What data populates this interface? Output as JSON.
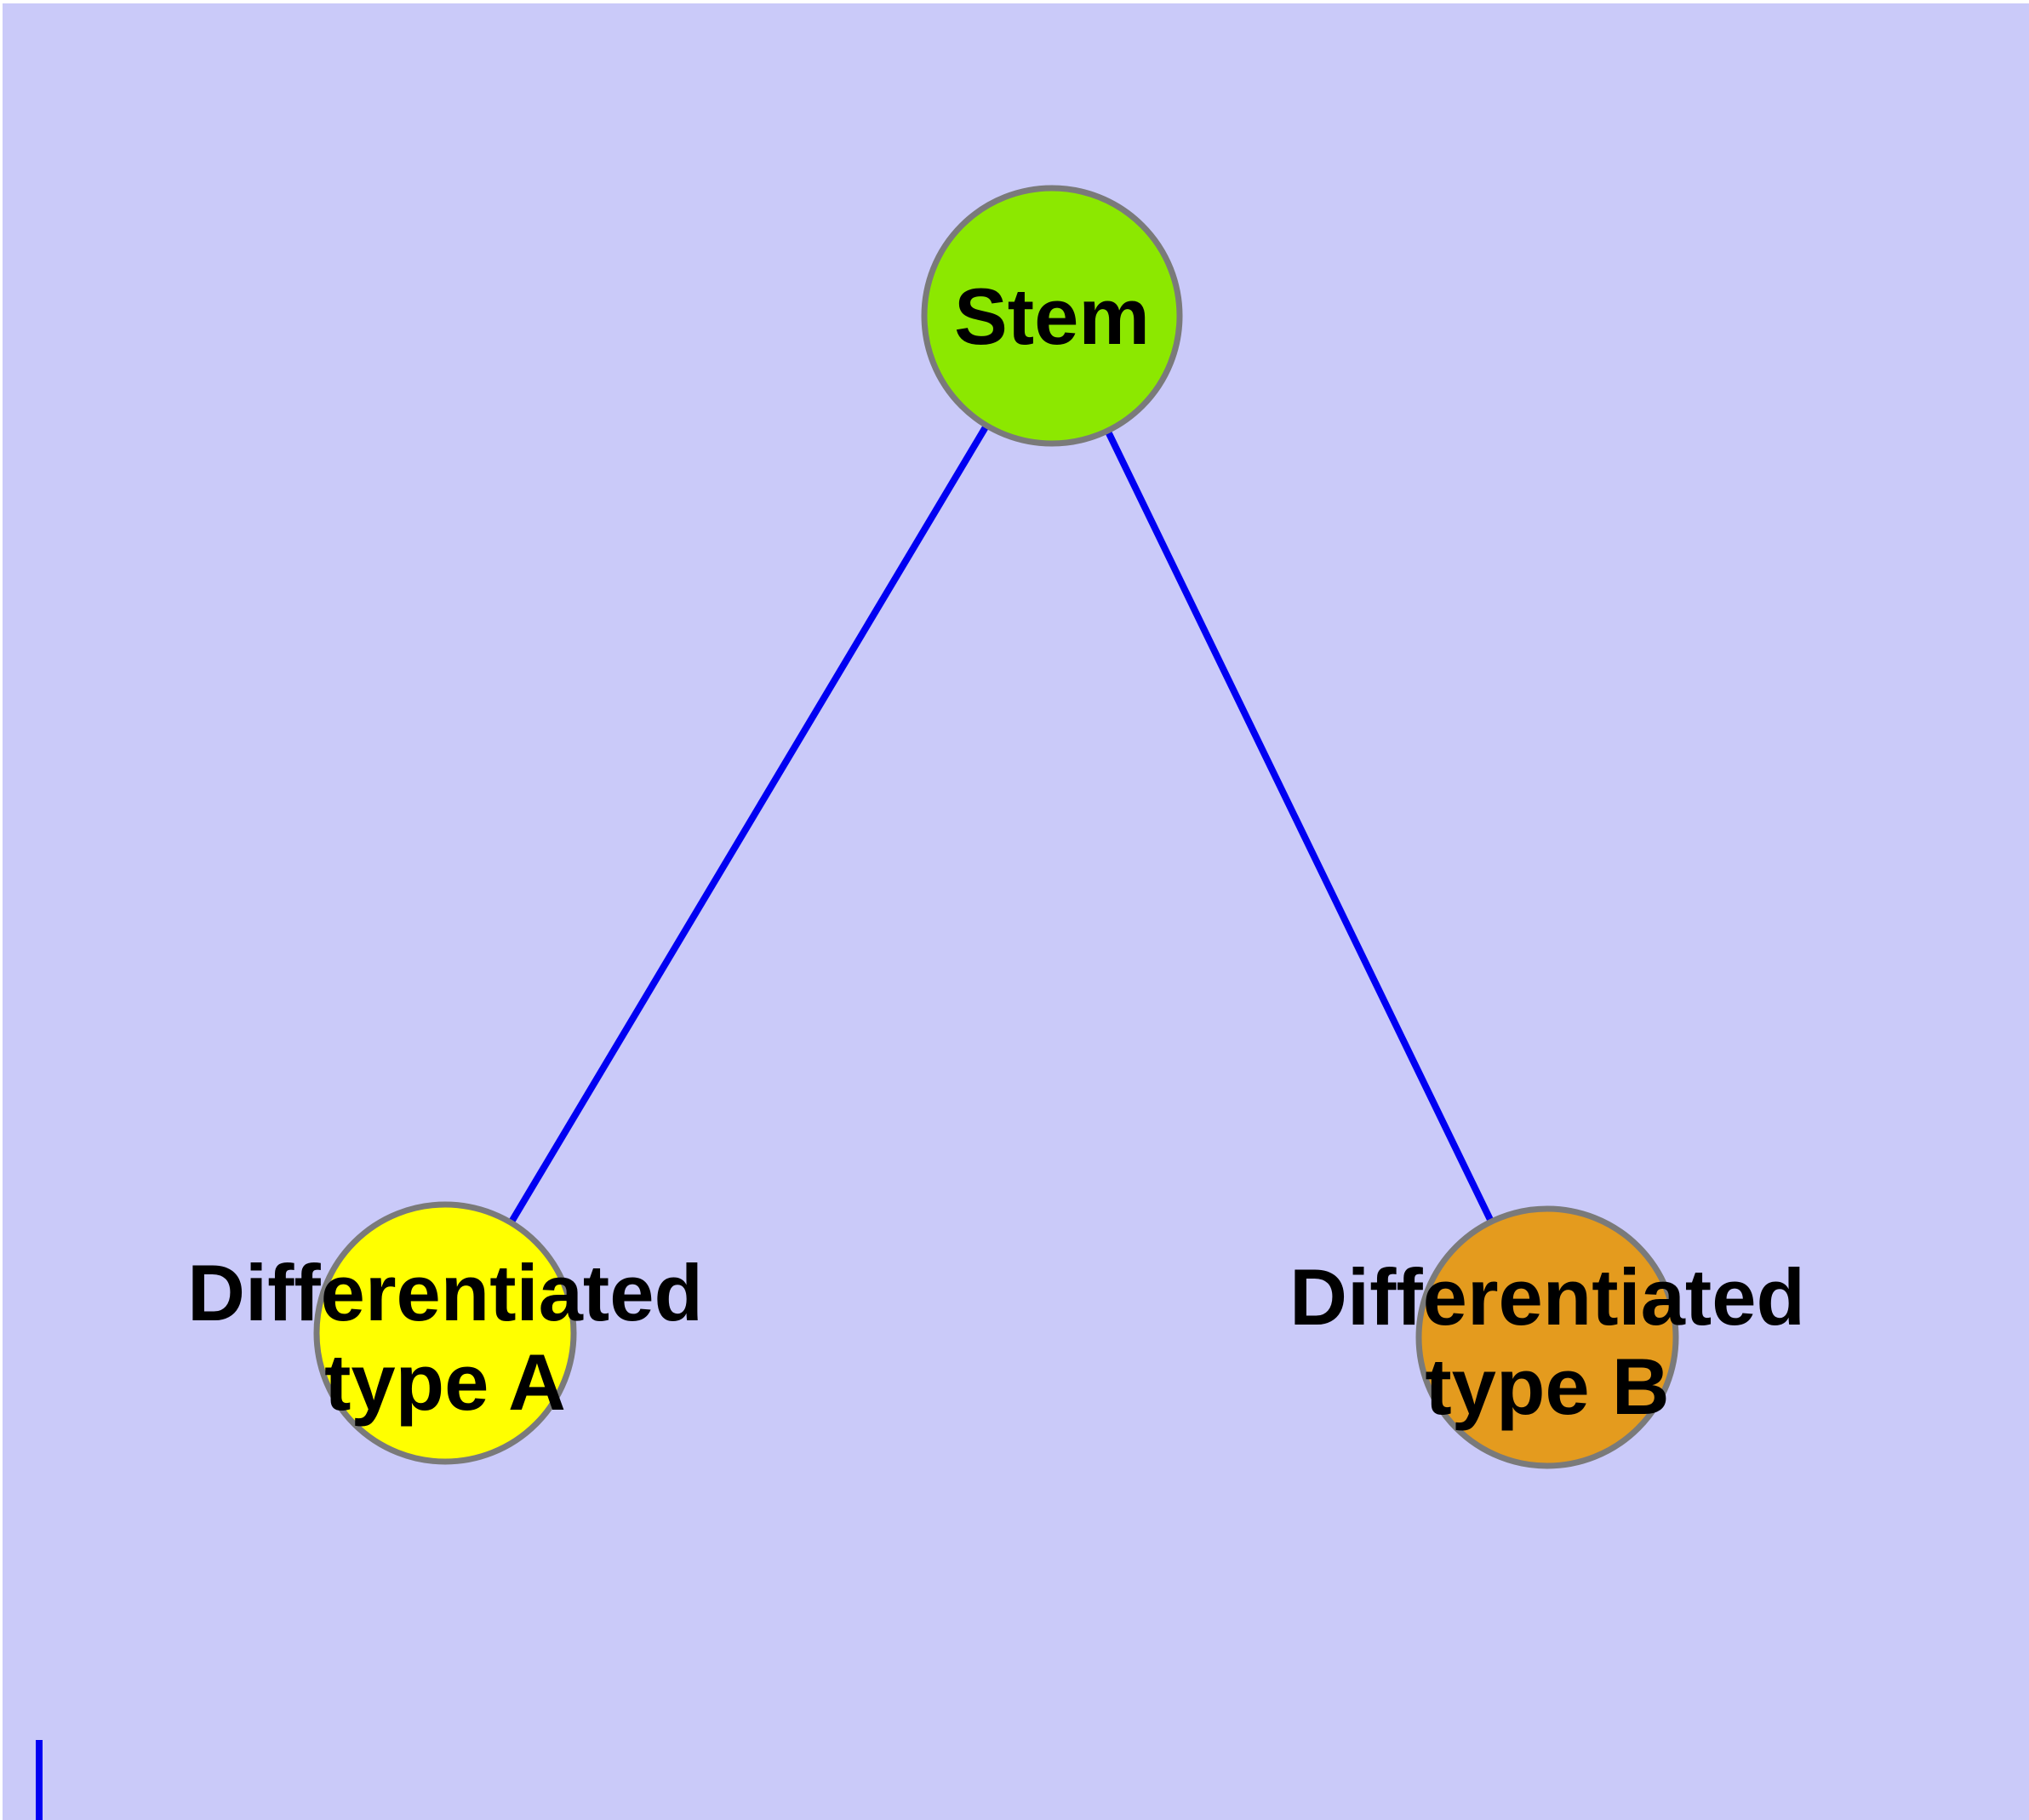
{
  "diagram": {
    "title": "",
    "background_color": "#CACAF9",
    "margin_color": "#FFFFFF",
    "edge_color": "#0000F2",
    "node_border_color": "#7A7A7A",
    "text_color": "#000000",
    "nodes": [
      {
        "id": "stem",
        "label": "Stem",
        "fill": "#8CE800"
      },
      {
        "id": "differentiated-type-a",
        "label_line1": "Differentiated",
        "label_line2": "type A",
        "fill": "#FFFF00"
      },
      {
        "id": "differentiated-type-b",
        "label_line1": "Differentiated",
        "label_line2": "type B",
        "fill": "#E49B1E"
      }
    ],
    "edges": [
      {
        "from": "Stem",
        "to": "Differentiated type A"
      },
      {
        "from": "Stem",
        "to": "Differentiated type B"
      }
    ]
  }
}
